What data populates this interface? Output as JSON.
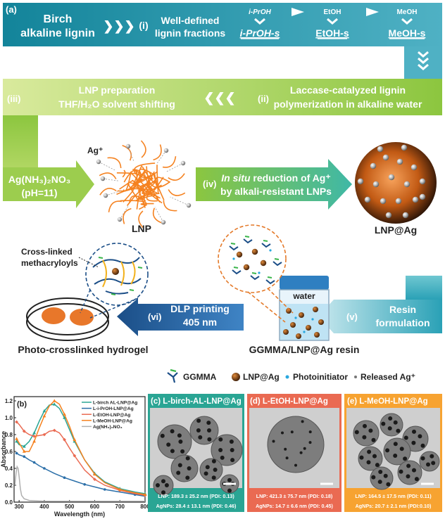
{
  "panel_labels": {
    "a": "(a)",
    "b": "(b)"
  },
  "flow": {
    "source": {
      "line1": "Birch",
      "line2": "alkaline lignin"
    },
    "step_i": {
      "num": "(i)",
      "line1": "Well-defined",
      "line2": "lignin fractions"
    },
    "solvents": [
      "i-PrOH",
      "EtOH",
      "MeOH"
    ],
    "fractions": [
      "i-PrOH-s",
      "EtOH-s",
      "MeOH-s"
    ],
    "step_ii": {
      "num": "(ii)",
      "line1": "Laccase-catalyzed lignin",
      "line2": "polymerization in alkaline water"
    },
    "step_iii": {
      "num": "(iii)",
      "line1": "LNP preparation",
      "line2": "THF/H₂O solvent shifting"
    },
    "silver_source": {
      "line1": "Ag(NH₃)₂NO₃",
      "line2": "(pH=11)"
    },
    "ag_ion": "Ag⁺",
    "lnp_label": "LNP",
    "step_iv": {
      "num": "(iv)",
      "line1a": "In situ",
      "line1b": " reduction of Ag⁺",
      "line2": "by alkali-resistant LNPs"
    },
    "lnp_ag_label": "LNP@Ag",
    "step_v": {
      "num": "(v)",
      "line1": "Resin",
      "line2": "formulation"
    },
    "water_label": "water",
    "resin_label": "GGMMA/LNP@Ag resin",
    "step_vi": {
      "num": "(vi)",
      "line1": "DLP printing",
      "line2": "405 nm"
    },
    "crosslink_label": {
      "line1": "Cross-linked",
      "line2": "methacryloyls"
    },
    "hydrogel_label": "Photo-crosslinked hydrogel"
  },
  "legend": {
    "ggmma": "GGMMA",
    "lnpag": "LNP@Ag",
    "photoinitiator": "Photoinitiator",
    "released": "Released Ag⁺"
  },
  "colors": {
    "teal": "#1e93a6",
    "green": "#8ec63f",
    "navy": "#1b4e87",
    "orange": "#f58220",
    "panel_c": "#2aa594",
    "panel_d": "#ea6a52",
    "panel_e": "#f7a331"
  },
  "chart_data": {
    "type": "line",
    "xlabel": "Wavelength (nm)",
    "ylabel": "Absorbance",
    "xlim": [
      280,
      800
    ],
    "ylim": [
      0,
      1.25
    ],
    "xticks": [
      300,
      400,
      500,
      600,
      700,
      800
    ],
    "yticks": [
      0.0,
      0.2,
      0.4,
      0.6,
      0.8,
      1.0,
      1.2
    ],
    "legend_position": "top-right",
    "series": [
      {
        "name": "L-birch AL-LNP@Ag",
        "color": "#2aa594",
        "marker": "triangle",
        "x": [
          290,
          300,
          320,
          340,
          360,
          380,
          400,
          420,
          440,
          460,
          480,
          500,
          520,
          560,
          600,
          640,
          700,
          760,
          800
        ],
        "y": [
          0.72,
          0.68,
          0.66,
          0.72,
          0.82,
          0.96,
          1.08,
          1.15,
          1.16,
          1.11,
          1.0,
          0.86,
          0.72,
          0.5,
          0.34,
          0.24,
          0.16,
          0.12,
          0.1
        ]
      },
      {
        "name": "L-i-PrOH-LNP@Ag",
        "color": "#2a6ea8",
        "marker": "circle",
        "x": [
          290,
          300,
          320,
          340,
          360,
          380,
          400,
          440,
          480,
          520,
          560,
          600,
          640,
          700,
          760,
          800
        ],
        "y": [
          0.58,
          0.56,
          0.54,
          0.5,
          0.47,
          0.43,
          0.4,
          0.34,
          0.29,
          0.25,
          0.21,
          0.18,
          0.15,
          0.12,
          0.09,
          0.07
        ]
      },
      {
        "name": "L-EtOH-LNP@Ag",
        "color": "#ea6a52",
        "marker": "diamond",
        "x": [
          290,
          300,
          320,
          340,
          360,
          380,
          400,
          420,
          440,
          460,
          480,
          500,
          520,
          560,
          600,
          640,
          700,
          760,
          800
        ],
        "y": [
          0.95,
          0.92,
          0.84,
          0.8,
          0.78,
          0.79,
          0.8,
          0.84,
          0.85,
          0.82,
          0.74,
          0.64,
          0.55,
          0.38,
          0.27,
          0.2,
          0.14,
          0.1,
          0.08
        ]
      },
      {
        "name": "L-MeOH-LNP@Ag",
        "color": "#f58220",
        "marker": "triangle",
        "x": [
          290,
          300,
          320,
          340,
          360,
          380,
          400,
          420,
          440,
          460,
          480,
          500,
          520,
          560,
          600,
          640,
          700,
          760,
          800
        ],
        "y": [
          0.75,
          0.7,
          0.6,
          0.6,
          0.72,
          0.88,
          1.02,
          1.14,
          1.2,
          1.16,
          1.04,
          0.9,
          0.74,
          0.5,
          0.33,
          0.23,
          0.15,
          0.11,
          0.09
        ]
      },
      {
        "name": "Ag(NH₃)₂NO₃",
        "color": "#b0b0b0",
        "marker": "none",
        "x": [
          283,
          288,
          292,
          296,
          300,
          305,
          310,
          320,
          340,
          400,
          500,
          600,
          700,
          800
        ],
        "y": [
          0.2,
          0.35,
          0.42,
          0.4,
          0.3,
          0.16,
          0.08,
          0.04,
          0.02,
          0.01,
          0.01,
          0.01,
          0.01,
          0.01
        ]
      }
    ]
  },
  "tem_panels": [
    {
      "label": "(c) L-birch-AL-LNP@Ag",
      "line1": "LNP: 189.3 ± 25.2 nm (PDI: 0.13)",
      "line2": "AgNPs: 28.4 ± 13.1 nm (PDI: 0.46)"
    },
    {
      "label": "(d) L-EtOH-LNP@Ag",
      "line1": "LNP: 421.3 ± 75.7 nm (PDI: 0.18)",
      "line2": "AgNPs: 14.7 ± 6.6 nm (PDI: 0.45)"
    },
    {
      "label": "(e) L-MeOH-LNP@Ag",
      "line1": "LNP: 164.5 ± 17.5 nm (PDI: 0.11)",
      "line2": "AgNPs: 20.7 ± 2.1 nm (PDI:0.10)"
    }
  ]
}
